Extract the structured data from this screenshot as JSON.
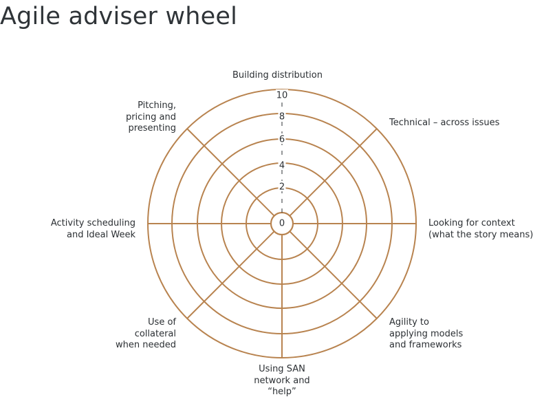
{
  "title": "Agile adviser wheel",
  "wheel": {
    "scale_max": 10,
    "scale_ticks": [
      "0",
      "2",
      "4",
      "6",
      "8",
      "10"
    ],
    "ring_color": "#b8834f",
    "segments": [
      {
        "label": "Building distribution"
      },
      {
        "label": "Technical – across issues"
      },
      {
        "label": "Looking for context\n(what the story means)"
      },
      {
        "label": "Agility to\napplying models\nand frameworks"
      },
      {
        "label": "Using SAN\nnetwork and\n“help”"
      },
      {
        "label": "Use of\ncollateral\nwhen needed"
      },
      {
        "label": "Activity scheduling\nand Ideal Week"
      },
      {
        "label": "Pitching,\npricing and\npresenting"
      }
    ]
  }
}
